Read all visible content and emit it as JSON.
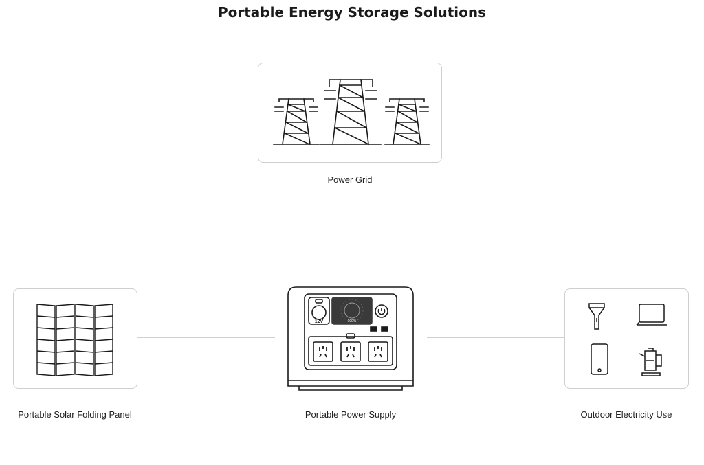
{
  "title": "Portable Energy Storage Solutions",
  "nodes": {
    "grid": {
      "label": "Power Grid"
    },
    "solar": {
      "label": "Portable Solar Folding Panel"
    },
    "supply": {
      "label": "Portable Power Supply",
      "port_12v": "12V",
      "display_value": "100%"
    },
    "outdoor": {
      "label": "Outdoor Electricity Use"
    }
  },
  "icons": {
    "grid": "power-tower-icon",
    "solar": "solar-panel-icon",
    "supply": "power-station-icon",
    "outdoor": [
      "flashlight-icon",
      "laptop-icon",
      "phone-icon",
      "kettle-icon"
    ]
  },
  "colors": {
    "line": "#cfcfcf",
    "stroke": "#1a1a1a",
    "screen": "#3a3a3a"
  }
}
